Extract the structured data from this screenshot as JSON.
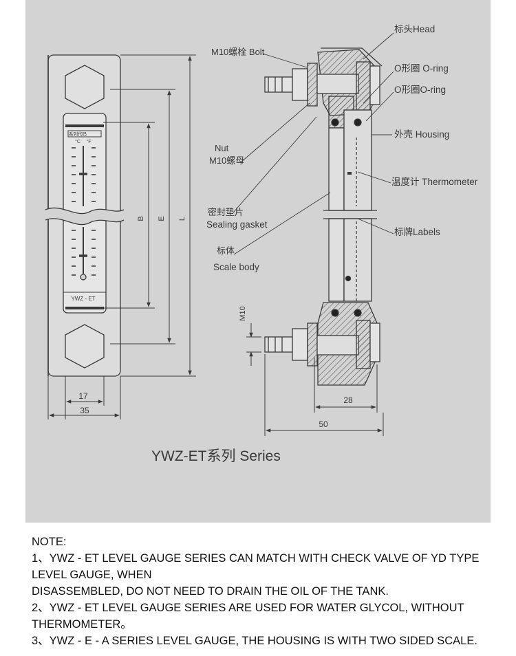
{
  "diagram": {
    "series_title": "YWZ-ET系列  Series",
    "front_view": {
      "scale_header": "系列代码",
      "scale_units": [
        "°C",
        "°F"
      ],
      "model_tag": "YWZ - ET",
      "dimension_labels": {
        "B": "B",
        "E": "E",
        "L": "L",
        "width_inner": "17",
        "width_outer": "35"
      }
    },
    "side_view": {
      "dimension_labels": {
        "thread": "M10",
        "depth_small": "28",
        "depth_large": "50"
      },
      "callouts": [
        {
          "id": "head",
          "text": "标头Head"
        },
        {
          "id": "oring1",
          "text": "O形圈 O-ring"
        },
        {
          "id": "oring2",
          "text": "O形圈O-ring"
        },
        {
          "id": "housing",
          "text": "外壳 Housing"
        },
        {
          "id": "thermometer",
          "text": "温度计 Thermometer"
        },
        {
          "id": "labels",
          "text": "标牌Labels"
        },
        {
          "id": "bolt",
          "text": "M10螺栓 Bolt"
        },
        {
          "id": "nut_en",
          "text": "Nut"
        },
        {
          "id": "nut_cn",
          "text": "M10螺母"
        },
        {
          "id": "gasket_cn",
          "text": "密封垫片"
        },
        {
          "id": "gasket_en",
          "text": "Sealing gasket"
        },
        {
          "id": "body_cn",
          "text": "标体"
        },
        {
          "id": "body_en",
          "text": "Scale body"
        }
      ]
    }
  },
  "notes": {
    "heading": "NOTE:",
    "lines": [
      "1、YWZ - ET  LEVEL GAUGE SERIES CAN MATCH WITH CHECK VALVE OF YD TYPE",
      "LEVEL GAUGE, WHEN",
      "DISASSEMBLED, DO NOT NEED TO DRAIN THE OIL OF THE TANK.",
      "2、YWZ - ET LEVEL GAUGE SERIES ARE USED FOR WATER GLYCOL, WITHOUT",
      "THERMOMETER。",
      "3、YWZ - E - A SERIES LEVEL GAUGE, THE HOUSING IS WITH TWO SIDED SCALE."
    ]
  },
  "colors": {
    "panel": "#d3d3d3",
    "line": "#3a3a3a",
    "text": "#111111"
  }
}
